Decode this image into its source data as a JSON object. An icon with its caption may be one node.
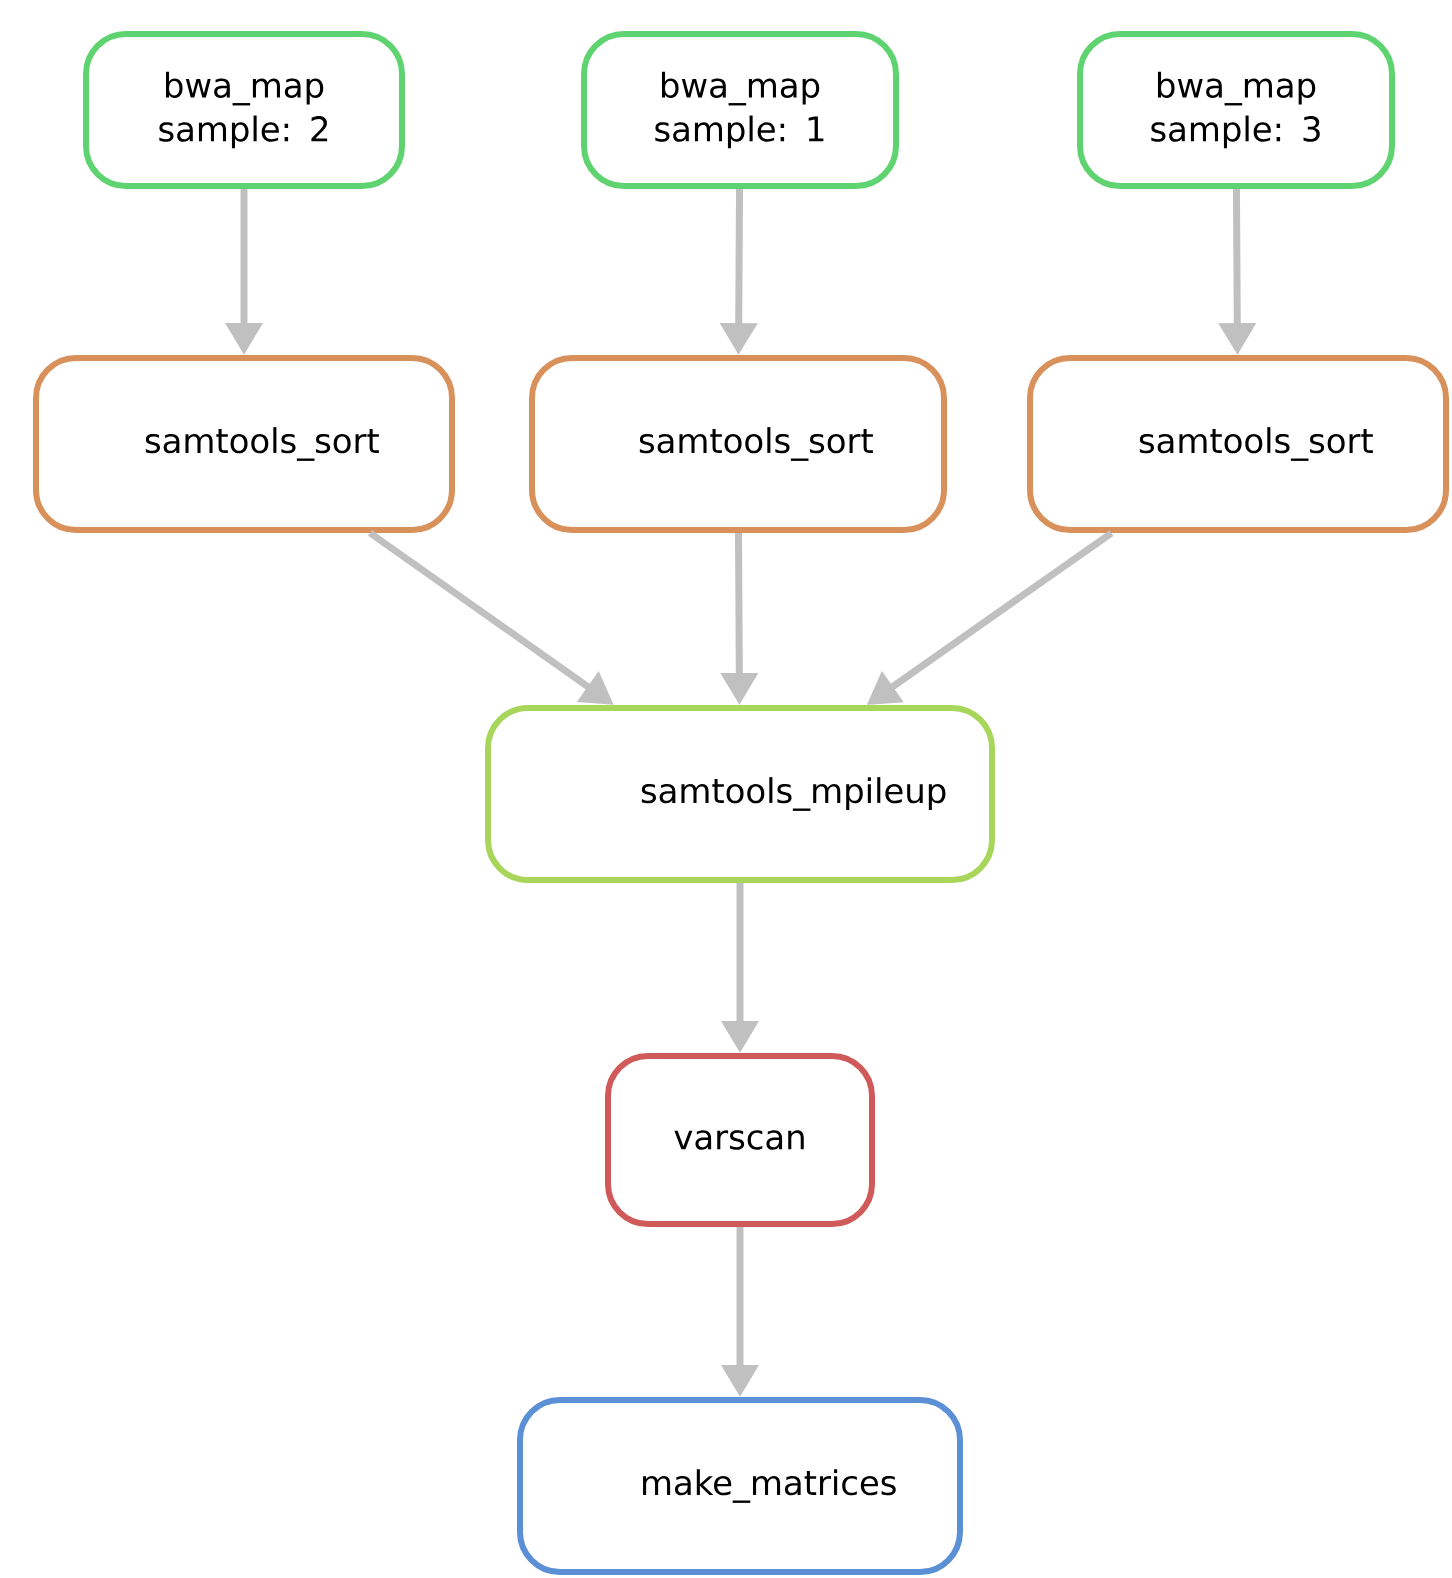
{
  "diagram": {
    "nodes": [
      {
        "text": [
          "bwa_map sample: 2"
        ]
      },
      {
        "text": [
          "bwa_map sample: 1"
        ]
      },
      {
        "text": [
          "bwa_map sample: 3"
        ]
      },
      {
        "text": [
          "samtools_sort"
        ]
      },
      {
        "text": [
          "samtools_sort"
        ]
      },
      {
        "text": [
          "samtools_sort"
        ]
      },
      {
        "text": [
          "samtools_mpileup"
        ]
      },
      {
        "text": [
          "varscan"
        ]
      },
      {
        "text": [
          "make_matrices"
        ]
      }
    ],
    "edges": [
      {
        "from": 0,
        "to": 3,
        "arrow": "to"
      },
      {
        "from": 1,
        "to": 4,
        "arrow": "to"
      },
      {
        "from": 2,
        "to": 5,
        "arrow": "to"
      },
      {
        "from": 3,
        "to": 6,
        "arrow": "to"
      },
      {
        "from": 4,
        "to": 6,
        "arrow": "to"
      },
      {
        "from": 5,
        "to": 6,
        "arrow": "to"
      },
      {
        "from": 6,
        "to": 7,
        "arrow": "to"
      },
      {
        "from": 7,
        "to": 8,
        "arrow": "to"
      }
    ]
  }
}
